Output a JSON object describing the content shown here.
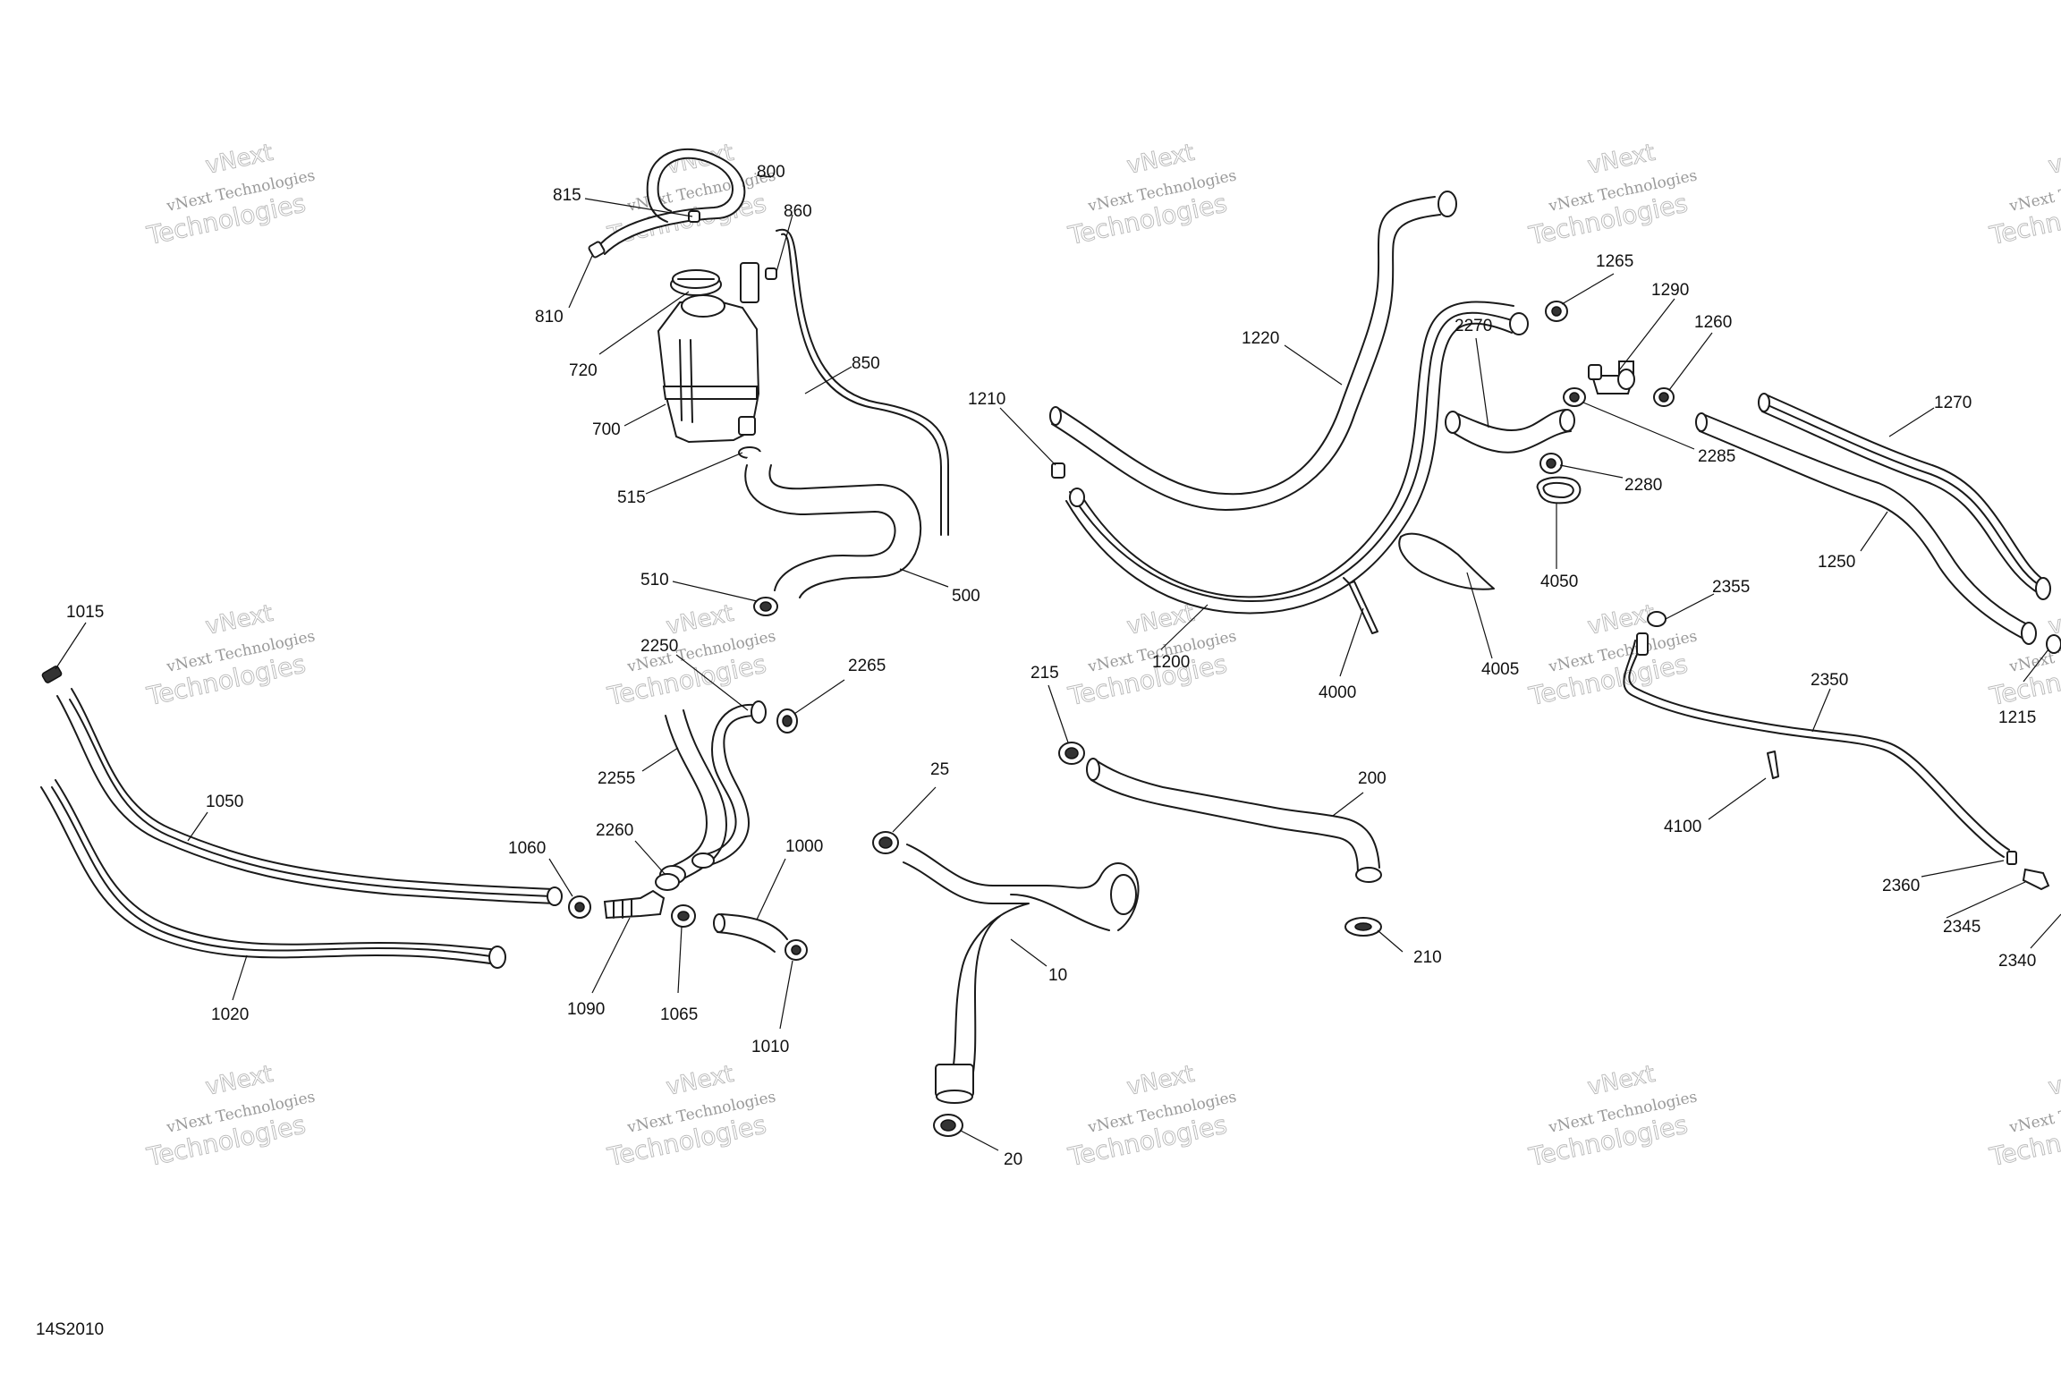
{
  "drawing_code": "14S2010",
  "watermark": {
    "line1": "vNext",
    "line2": "vNext Technologies",
    "line3": "Technologies"
  },
  "callouts": [
    "800",
    "815",
    "860",
    "810",
    "720",
    "850",
    "700",
    "515",
    "510",
    "500",
    "1015",
    "1050",
    "1020",
    "1060",
    "1090",
    "1065",
    "2250",
    "2265",
    "2255",
    "2260",
    "1000",
    "1010",
    "25",
    "10",
    "20",
    "215",
    "200",
    "210",
    "1210",
    "1220",
    "1200",
    "2270",
    "1265",
    "1290",
    "1260",
    "2285",
    "2280",
    "4050",
    "4000",
    "4005",
    "1270",
    "1250",
    "2355",
    "2350",
    "1215",
    "4100",
    "2360",
    "2345",
    "2340"
  ]
}
